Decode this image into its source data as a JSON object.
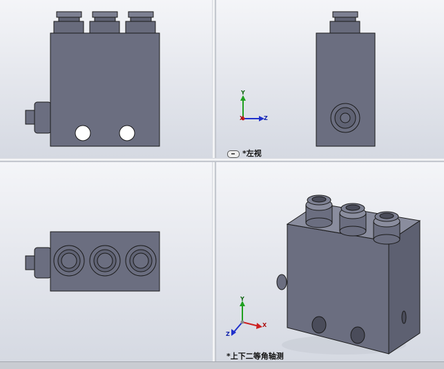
{
  "views": {
    "front": {
      "label": ""
    },
    "left": {
      "label": "*左视"
    },
    "top": {
      "label": ""
    },
    "iso": {
      "label": "*上下二等角轴测"
    }
  },
  "triad": {
    "x": "X",
    "y": "Y",
    "z": "Z"
  },
  "colors": {
    "part_body": "#6b6e80",
    "part_light": "#8a8d9e",
    "part_dark": "#4a4c5a",
    "edge": "#1a1a1a",
    "axis_x": "#cc2020",
    "axis_y": "#20a020",
    "axis_z": "#2030cc"
  }
}
